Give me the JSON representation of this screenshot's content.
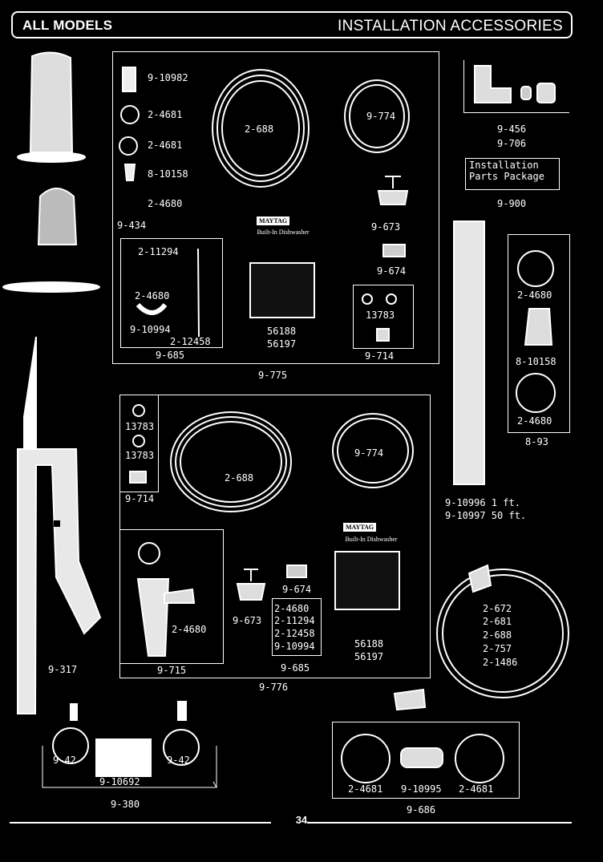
{
  "header": {
    "left": "ALL MODELS",
    "right": "INSTALLATION ACCESSORIES"
  },
  "page_number": "34",
  "brand": "MAYTAG",
  "package_caption": "Built-In Dishwasher",
  "installation_box": "Installation\nParts Package",
  "labels": {
    "p9_10982": "9-10982",
    "p2_4681_a": "2-4681",
    "p2_4681_b": "2-4681",
    "p8_10158_a": "8-10158",
    "p2_4680_a": "2-4680",
    "p9_434": "9-434",
    "p2_688_a": "2-688",
    "p9_774_a": "9-774",
    "p9_673_a": "9-673",
    "p9_674_a": "9-674",
    "p2_11294_a": "2-11294",
    "p2_4680_b": "2-4680",
    "p9_10994_a": "9-10994",
    "p2_12458_a": "2-12458",
    "p9_685_a": "9-685",
    "p56188_a": "56188",
    "p56197_a": "56197",
    "p13783_a": "13783",
    "p9_714_a": "9-714",
    "p9_775": "9-775",
    "p9_456": "9-456",
    "p9_706": "9-706",
    "p9_900": "9-900",
    "p2_4680_c": "2-4680",
    "p8_10158_b": "8-10158",
    "p2_4680_d": "2-4680",
    "p8_93": "8-93",
    "p9_10996": "9-10996 1 ft.",
    "p9_10997": "9-10997 50 ft.",
    "p13783_b": "13783",
    "p13783_c": "13783",
    "p9_714_b": "9-714",
    "p2_688_b": "2-688",
    "p9_774_b": "9-774",
    "p2_4680_e": "2-4680",
    "p9_673_b": "9-673",
    "p9_674_b": "9-674",
    "p9_685_list": [
      "2-4680",
      "2-11294",
      "2-12458",
      "9-10994"
    ],
    "p56188_b": "56188",
    "p56197_b": "56197",
    "p9_715": "9-715",
    "p9_685_b": "9-685",
    "p9_776": "9-776",
    "p9_317": "9-317",
    "hose_list": [
      "2-672",
      "2-681",
      "2-688",
      "2-757",
      "2-1486"
    ],
    "p9_42_a": "9-42",
    "p9_42_b": "9-42",
    "p9_10692": "9-10692",
    "p9_380": "9-380",
    "p2_4681_c": "2-4681",
    "p9_10995": "9-10995",
    "p2_4681_d": "2-4681",
    "p9_686": "9-686"
  }
}
